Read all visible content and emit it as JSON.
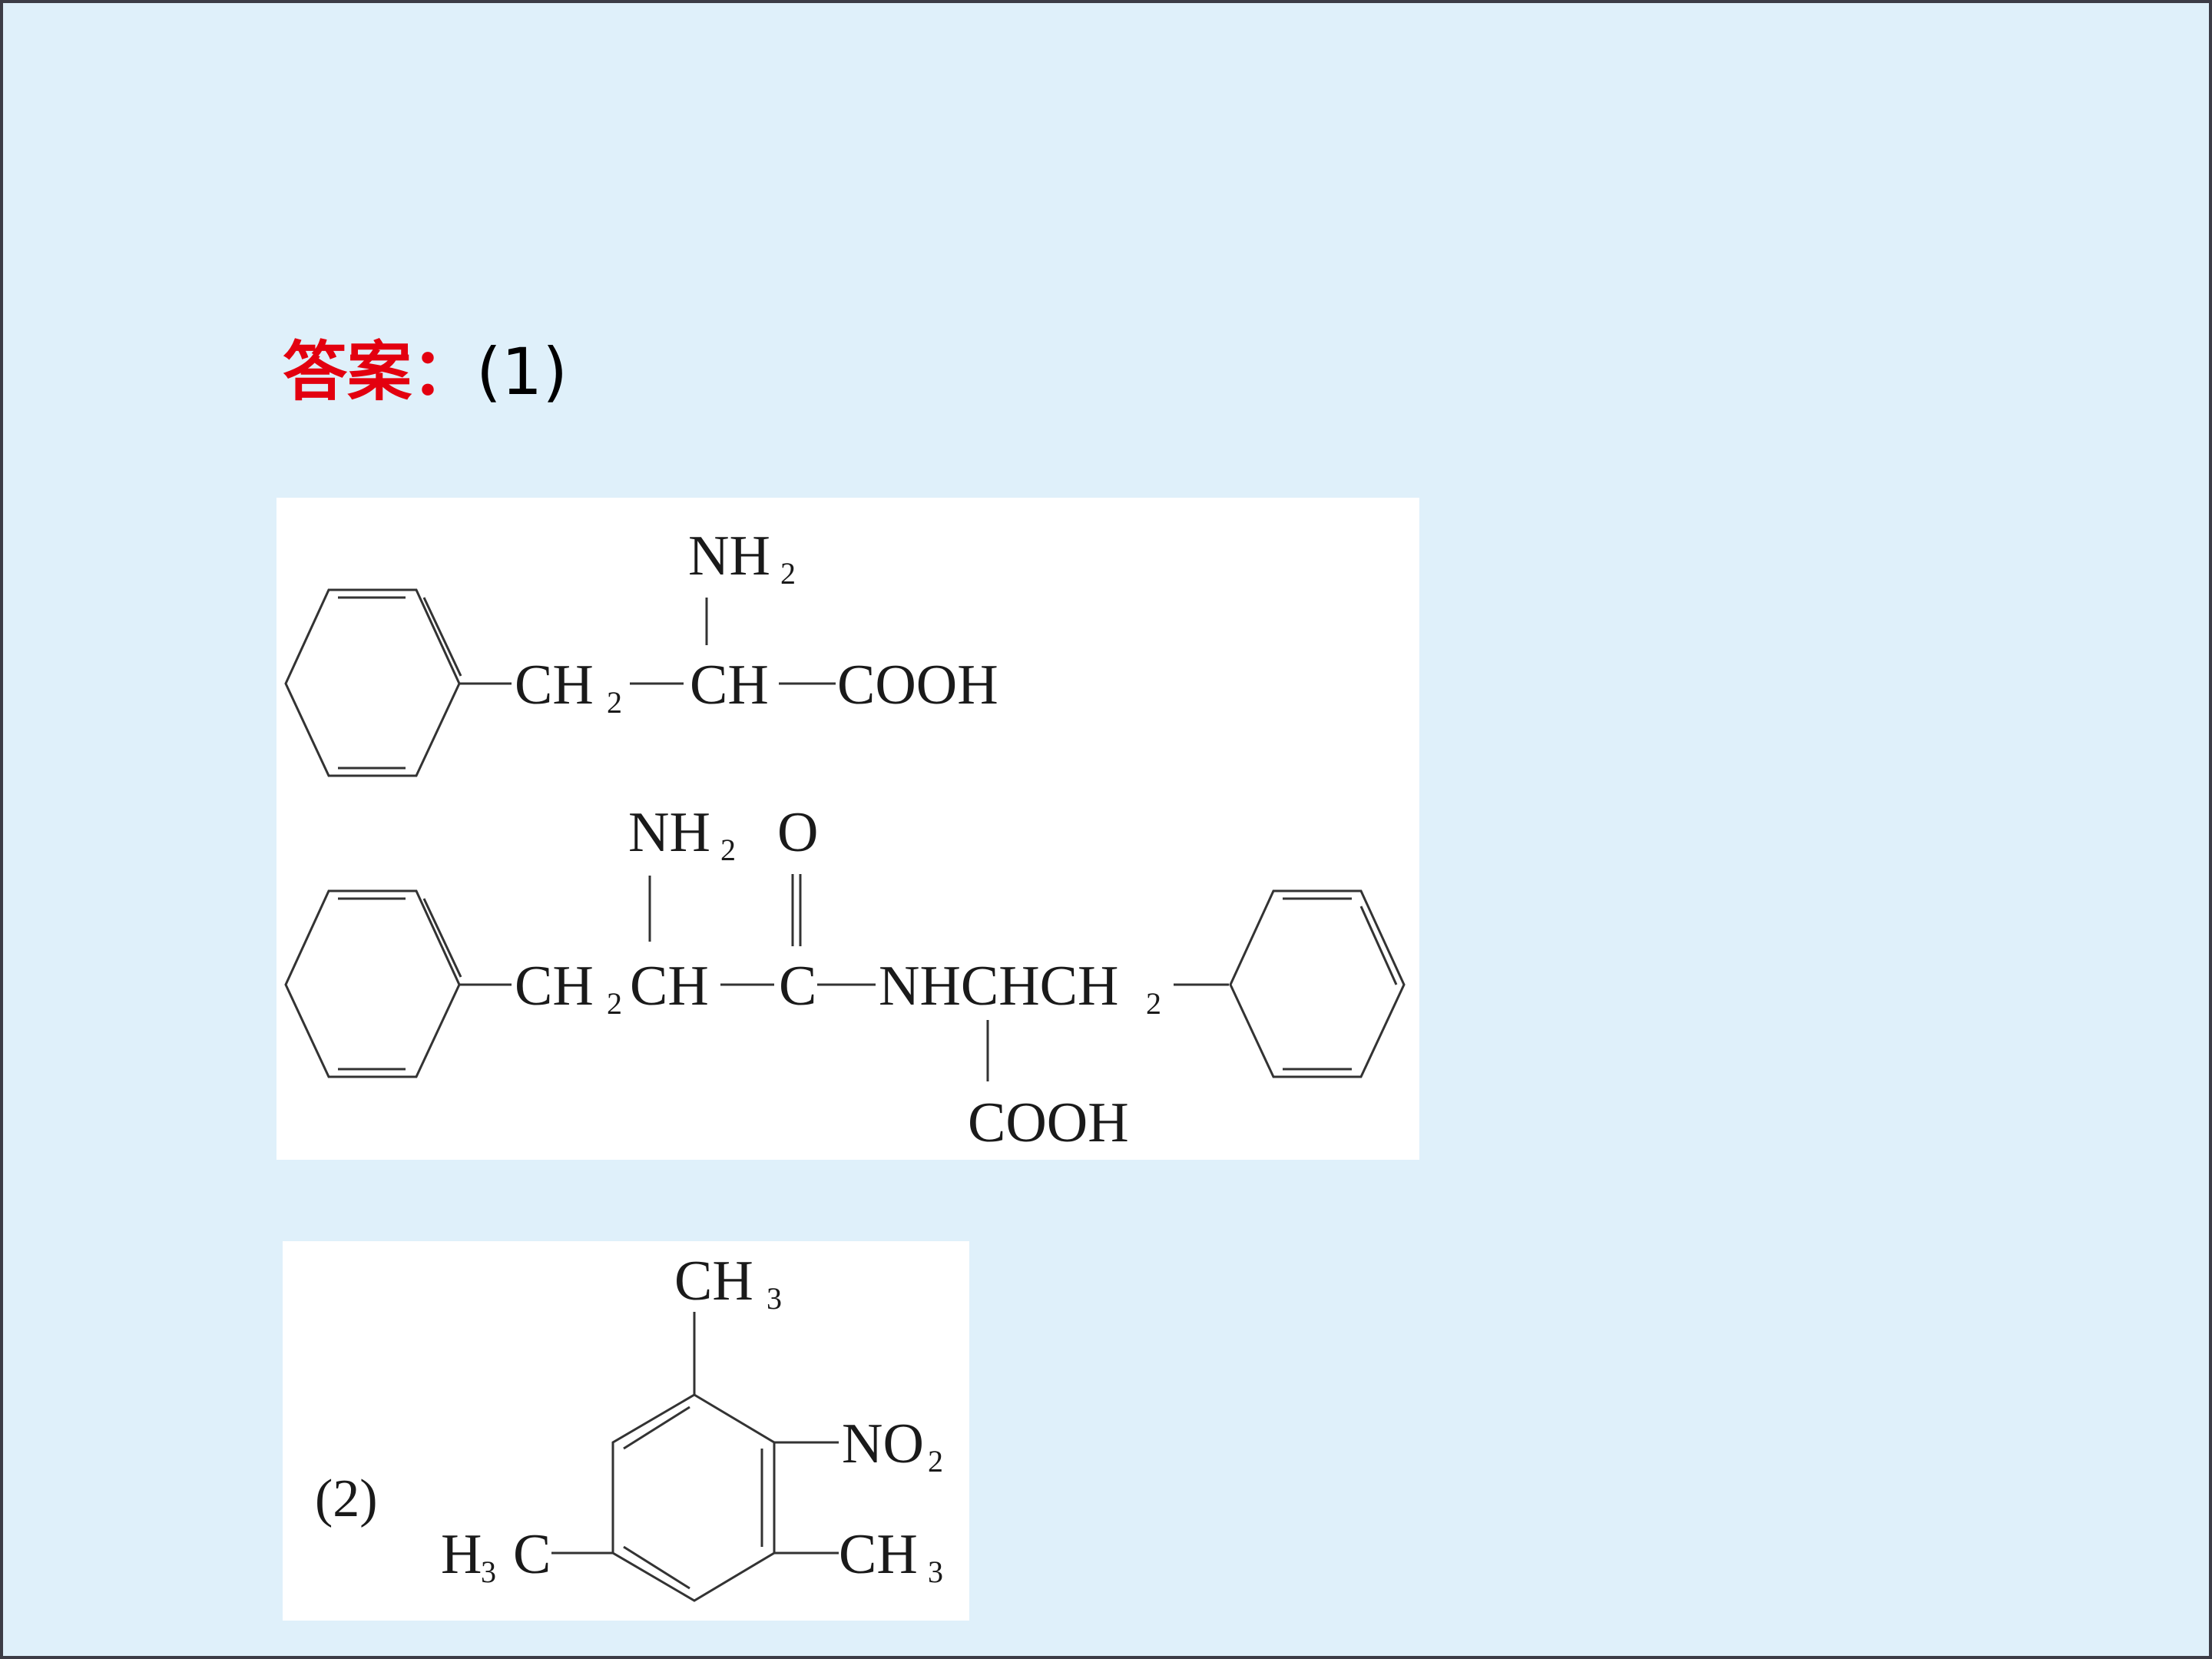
{
  "heading": {
    "label": "答案：",
    "part": "(1)"
  },
  "structure1": {
    "phenylalanine": {
      "nh2": "NH",
      "nh2_sub": "2",
      "ch2": "CH",
      "ch2_sub": "2",
      "ch": "CH",
      "cooh": "COOH"
    },
    "dipeptide": {
      "nh2": "NH",
      "nh2_sub": "2",
      "o": "O",
      "ch2": "CH",
      "ch2_sub": "2",
      "ch": "CH",
      "c": "C",
      "nhchch2": "NHCHCH",
      "nhchch2_sub": "2",
      "cooh": "COOH"
    }
  },
  "structure2": {
    "part": "(2)",
    "top_ch3": "CH",
    "top_ch3_sub": "3",
    "no2": "NO",
    "no2_sub": "2",
    "right_ch3": "CH",
    "right_ch3_sub": "3",
    "left_h3c_h": "H",
    "left_h3c_sub": "3",
    "left_h3c_c": "C"
  }
}
